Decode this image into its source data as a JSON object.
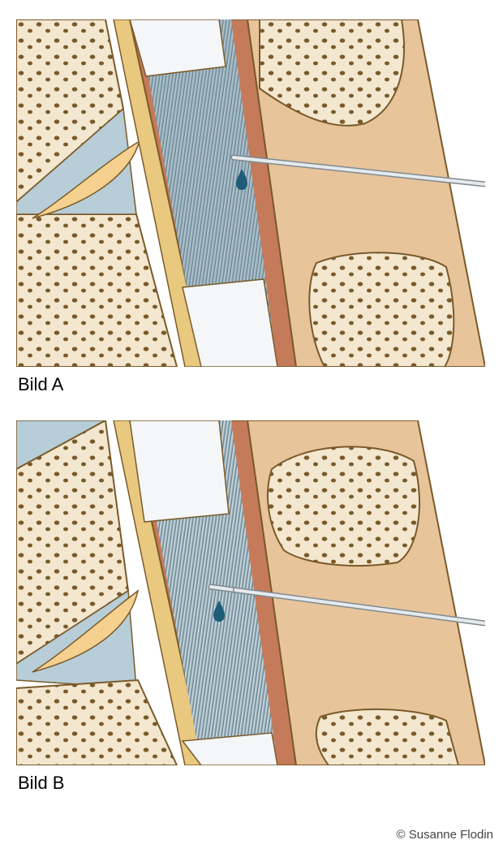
{
  "figures": [
    {
      "id": "a",
      "caption": "Bild A"
    },
    {
      "id": "b",
      "caption": "Bild B"
    }
  ],
  "credit": "© Susanne Flodin",
  "colors": {
    "bone_outline": "#7a5a2a",
    "bone_fill": "#f3e7cf",
    "trabecula": "#7a5a2a",
    "disc": "#f5d08e",
    "soft_tissue": "#e8c49a",
    "dura": "#c57a5a",
    "nerve_roots": "#8aa6b4",
    "csf_drop": "#1f5c77",
    "needle": "#dfe4e8"
  }
}
